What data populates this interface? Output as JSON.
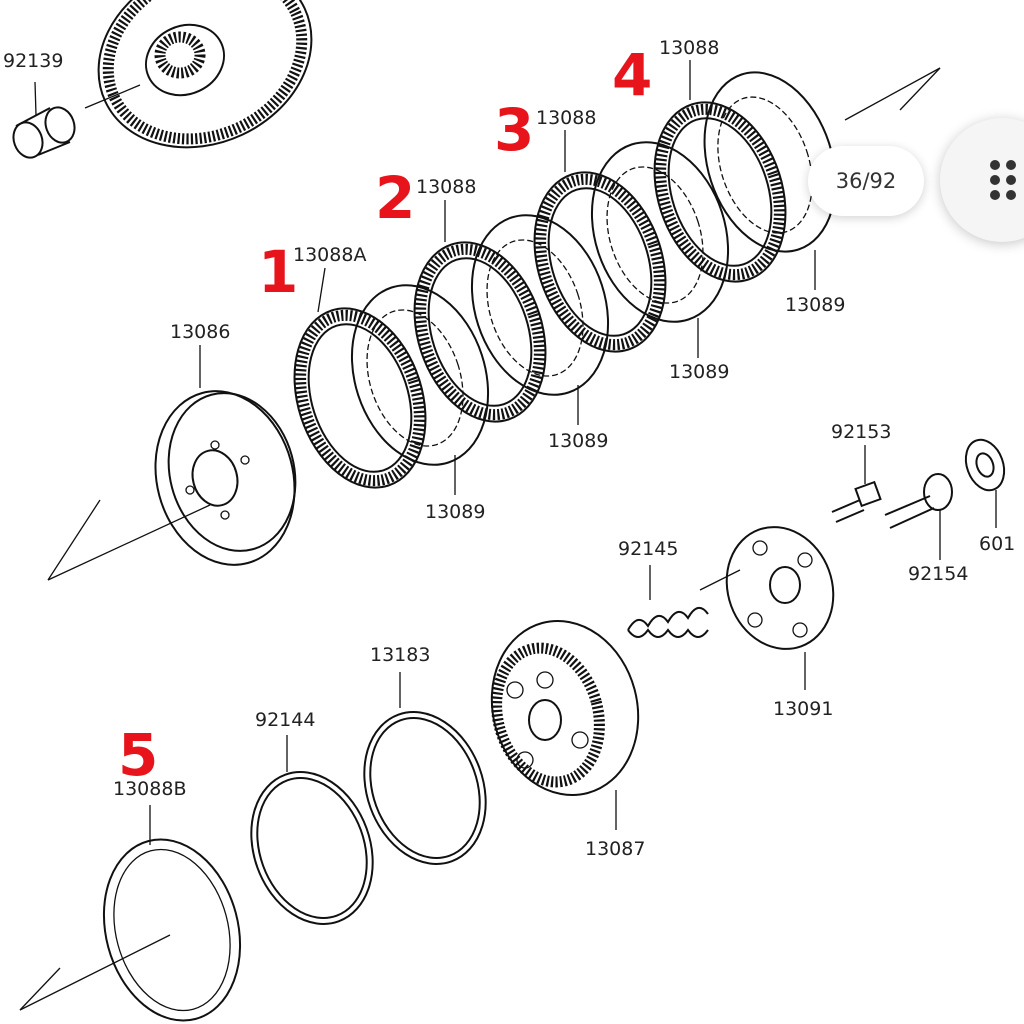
{
  "viewer": {
    "page_counter": "36/92",
    "menu_icon": "grip-dots-icon"
  },
  "markers": [
    "1",
    "2",
    "3",
    "4",
    "5"
  ],
  "labels": {
    "p92139": "92139",
    "p13086": "13086",
    "p13088A": "13088A",
    "p13088_2": "13088",
    "p13088_3": "13088",
    "p13088_4": "13088",
    "p13089_1": "13089",
    "p13089_2": "13089",
    "p13089_3": "13089",
    "p13089_4": "13089",
    "p92153": "92153",
    "p601": "601",
    "p92145": "92145",
    "p92154": "92154",
    "p13091": "13091",
    "p13183": "13183",
    "p92144": "92144",
    "p13088B": "13088B",
    "p13087": "13087"
  }
}
